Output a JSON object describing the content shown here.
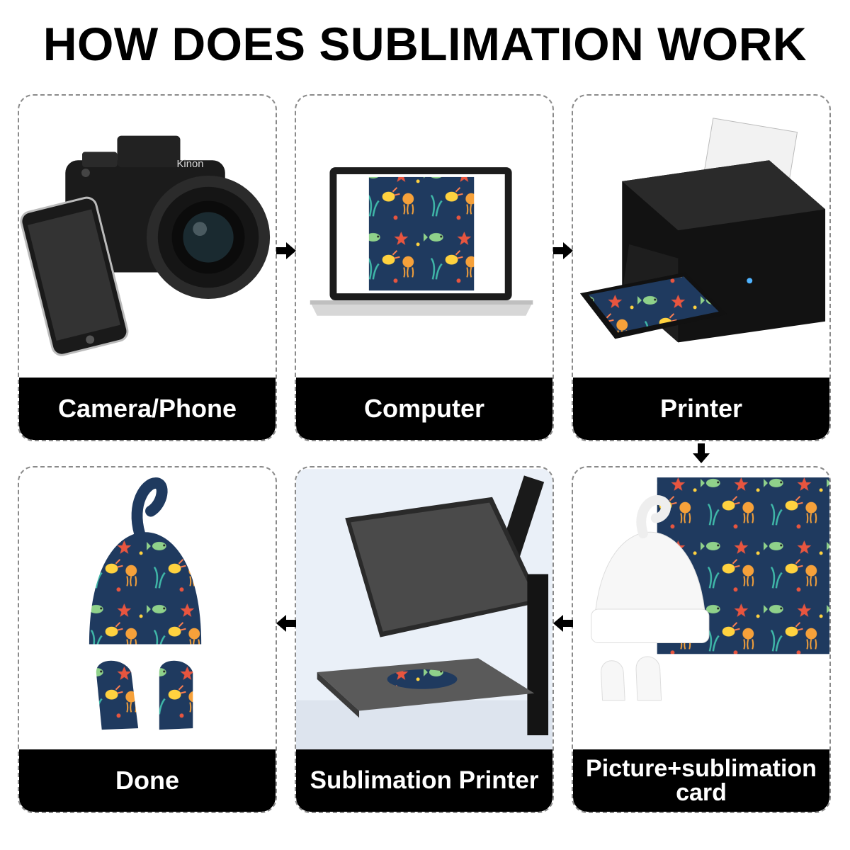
{
  "title": "HOW DOES SUBLIMATION WORK",
  "steps": [
    {
      "label": "Camera/Phone",
      "icon": "camera-phone-icon"
    },
    {
      "label": "Computer",
      "icon": "laptop-icon"
    },
    {
      "label": "Printer",
      "icon": "printer-icon"
    },
    {
      "label": "Picture+sublimation card",
      "icon": "blank-hat-mittens-icon"
    },
    {
      "label": "Sublimation Printer",
      "icon": "heat-press-icon"
    },
    {
      "label": "Done",
      "icon": "printed-hat-mittens-icon"
    }
  ],
  "camera_brand": "Kinon",
  "colors": {
    "pattern_bg": "#1f3a5f",
    "label_bg": "#000000",
    "label_text": "#ffffff"
  }
}
